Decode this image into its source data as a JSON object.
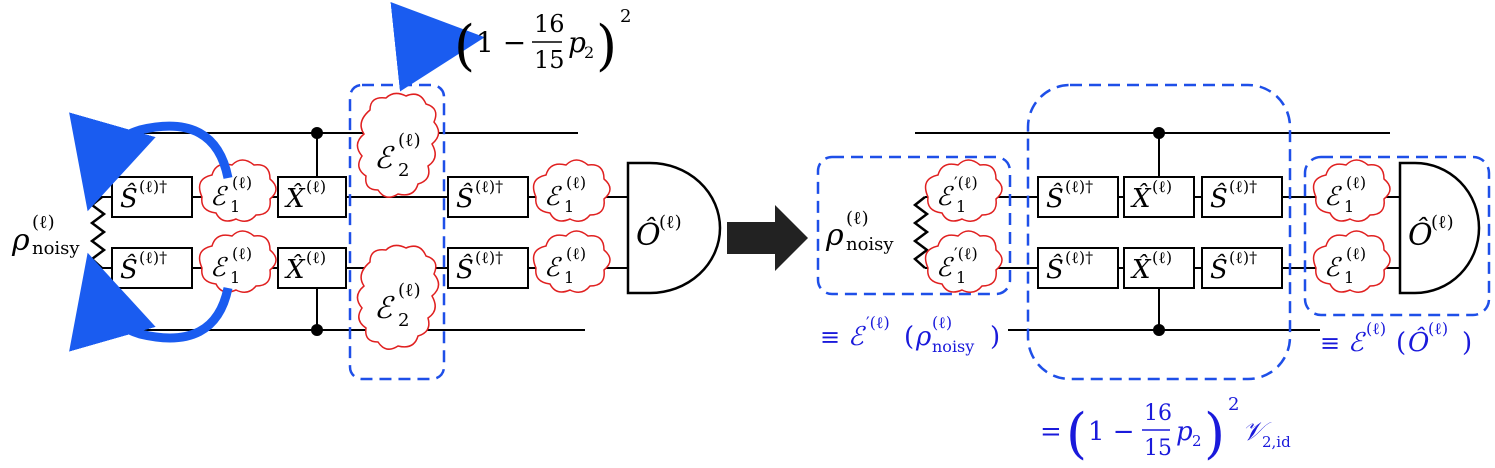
{
  "colors": {
    "arrow_blue": "#1a5cf0",
    "dash_blue": "#1e4fe8",
    "label_blue": "#1a1adb",
    "noise_red": "#e02020",
    "ink": "#000000",
    "big_arrow": "#222222"
  },
  "icons": {
    "transform_arrow": "right-arrow-icon",
    "noise_cloud": "cloud-icon",
    "swap_arrow": "curved-arrow-icon"
  },
  "left": {
    "rho": "ρ",
    "rho_sup": "(ℓ)",
    "rho_sub": "noisy",
    "S_gate": "Ŝ",
    "S_sup": "(ℓ)†",
    "E": "ℰ",
    "E1_sub": "1",
    "E2_sub": "2",
    "E_sup": "(ℓ)",
    "X_gate": "X̂",
    "X_sup": "(ℓ)",
    "O_gate": "Ô",
    "O_sup": "(ℓ)",
    "factor": {
      "lparen": "(",
      "one": "1 −",
      "num": "16",
      "den": "15",
      "p": "p",
      "p_sub": "2",
      "rparen": ")",
      "pow": "2"
    }
  },
  "right": {
    "rho": "ρ",
    "rho_sup": "(ℓ)",
    "rho_sub": "noisy",
    "Ep_sup": "′(ℓ)",
    "E1_sub": "1",
    "S_gate": "Ŝ",
    "S_sup": "(ℓ)†",
    "X_gate": "X̂",
    "X_sup": "(ℓ)",
    "E": "ℰ",
    "E_sup": "(ℓ)",
    "O_gate": "Ô",
    "O_sup": "(ℓ)",
    "label_state": {
      "equiv": "≡ ",
      "E": "ℰ",
      "sup": "′(ℓ)",
      "open": "(",
      "rho": "ρ",
      "rho_sup": "(ℓ)",
      "rho_sub": "noisy",
      "close": ")"
    },
    "label_obs": {
      "equiv": "≡ ",
      "E": "ℰ",
      "sup": "(ℓ)",
      "open": "(",
      "O": "Ô",
      "O_sup": "(ℓ)",
      "close": ")"
    },
    "label_mid": {
      "eq": "=",
      "lparen": "(",
      "one": "1 −",
      "num": "16",
      "den": "15",
      "p": "p",
      "p_sub": "2",
      "rparen": ")",
      "pow": "2",
      "V": "𝒱",
      "V_sub": "2,id"
    }
  }
}
